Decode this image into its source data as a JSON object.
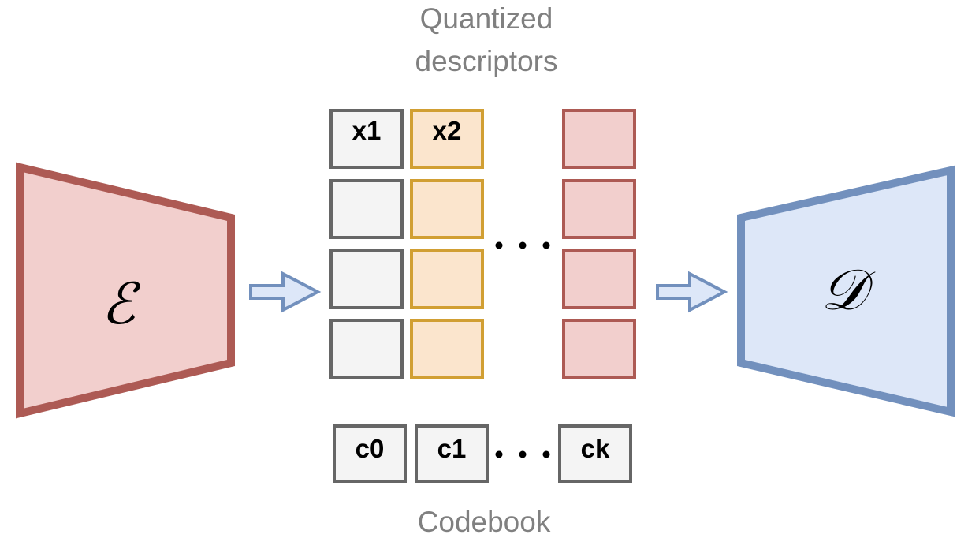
{
  "title": "Quantized descriptors",
  "title_lines": [
    "Quantized",
    "descriptors"
  ],
  "encoder": {
    "symbol": "ℰ",
    "fill": "#f2cfcd",
    "stroke": "#ad5a54"
  },
  "decoder": {
    "symbol": "𝒟",
    "fill": "#dde7f8",
    "stroke": "#7290bd"
  },
  "arrow_colors": {
    "fill": "#dde7f8",
    "stroke": "#7290bd"
  },
  "descriptor_columns": [
    {
      "header": "x1",
      "fill": "#f4f4f4",
      "stroke": "#666666"
    },
    {
      "header": "x2",
      "fill": "#fbe5cd",
      "stroke": "#d19f33"
    },
    {
      "header": "",
      "fill": "#f2cfcd",
      "stroke": "#ad5a54"
    }
  ],
  "ellipsis": "…",
  "codebook": {
    "label": "Codebook",
    "entries": [
      "c0",
      "c1",
      "ck"
    ],
    "fill": "#f4f4f4",
    "stroke": "#666666"
  }
}
